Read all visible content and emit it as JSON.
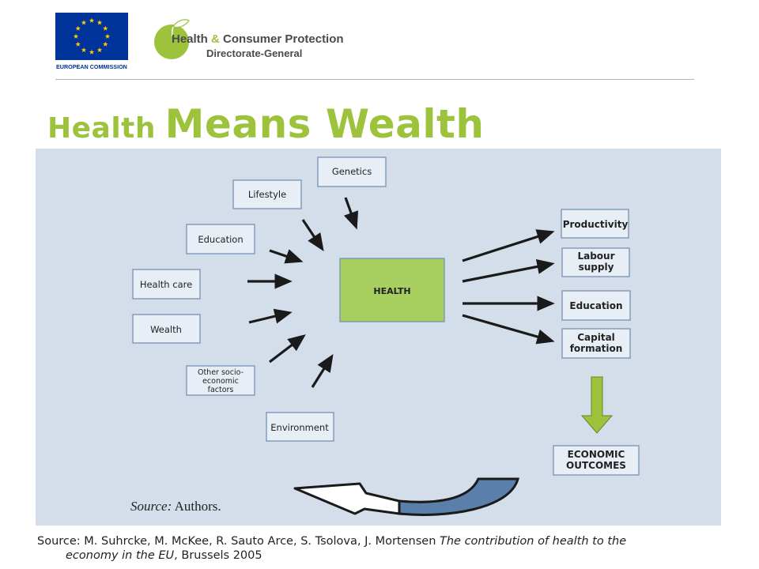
{
  "header": {
    "eu_logo_text": "EUROPEAN COMMISSION",
    "dg_logo": {
      "line1_part1": "Health",
      "line1_amp": "&",
      "line1_part2": "Consumer Protection",
      "line2": "Directorate-General"
    }
  },
  "title": {
    "part1": "Health",
    "part2": "Means Wealth"
  },
  "diagram": {
    "inputs": {
      "genetics": "Genetics",
      "lifestyle": "Lifestyle",
      "education": "Education",
      "health_care": "Health care",
      "wealth": "Wealth",
      "other_socio": [
        "Other socio-",
        "economic",
        "factors"
      ],
      "environment": "Environment"
    },
    "center": "HEALTH",
    "outputs": {
      "productivity": "Productivity",
      "labour_supply": [
        "Labour",
        "supply"
      ],
      "education": "Education",
      "capital_formation": [
        "Capital",
        "formation"
      ]
    },
    "outcome": [
      "ECONOMIC",
      "OUTCOMES"
    ],
    "source_label": "Source:",
    "source_value": "Authors."
  },
  "caption": {
    "prefix": "Source: M. Suhrcke, M. McKee, R. Sauto Arce, S. Tsolova, J. Mortensen ",
    "italic": "The contribution of health to the",
    "italic2": "economy in the EU",
    "suffix": ", Brussels 2005"
  },
  "colors": {
    "title": "#9cc33b",
    "panel_bg": "#d4deea",
    "box_border": "#6d8bb0",
    "health_fill": "#a8d060",
    "green_arrow": "#9cc33b",
    "eu_blue": "#003399",
    "eu_star": "#ffcc00",
    "feedback_blue": "#5b7fab"
  }
}
